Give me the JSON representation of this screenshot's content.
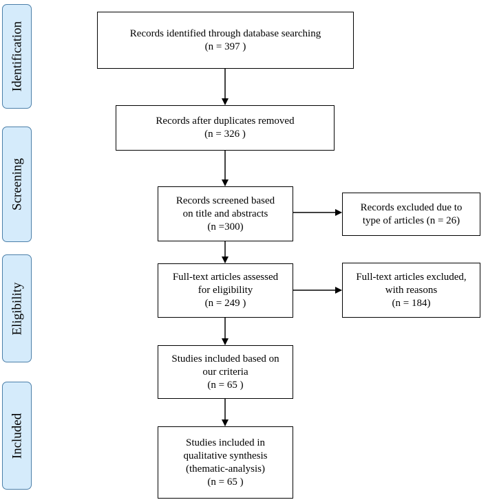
{
  "phases": {
    "identification": "Identification",
    "screening": "Screening",
    "eligibility": "Eligibility",
    "included": "Included"
  },
  "boxes": {
    "identified": {
      "line1": "Records identified through database searching",
      "line2": "(n = 397  )"
    },
    "duplicates_removed": {
      "line1": "Records after duplicates removed",
      "line2": "(n = 326  )"
    },
    "screened": {
      "line1": "Records screened based",
      "line2": "on title and abstracts",
      "line3": "(n =300)"
    },
    "excluded_type": {
      "line1": "Records excluded due to",
      "line2": "type of articles (n = 26)"
    },
    "fulltext_assessed": {
      "line1": "Full-text articles assessed",
      "line2": "for eligibility",
      "line3": "(n = 249  )"
    },
    "fulltext_excluded": {
      "line1": "Full-text articles excluded,",
      "line2": "with reasons",
      "line3": "(n = 184)"
    },
    "criteria_included": {
      "line1": "Studies included based on",
      "line2": "our criteria",
      "line3": "(n = 65  )"
    },
    "qualitative": {
      "line1": "Studies included in",
      "line2": "qualitative synthesis",
      "line3": "(thematic-analysis)",
      "line4": "(n = 65 )"
    }
  },
  "colors": {
    "phase_fill": "#d5ebfb",
    "phase_border": "#4a7ea8",
    "box_border": "#000000"
  }
}
